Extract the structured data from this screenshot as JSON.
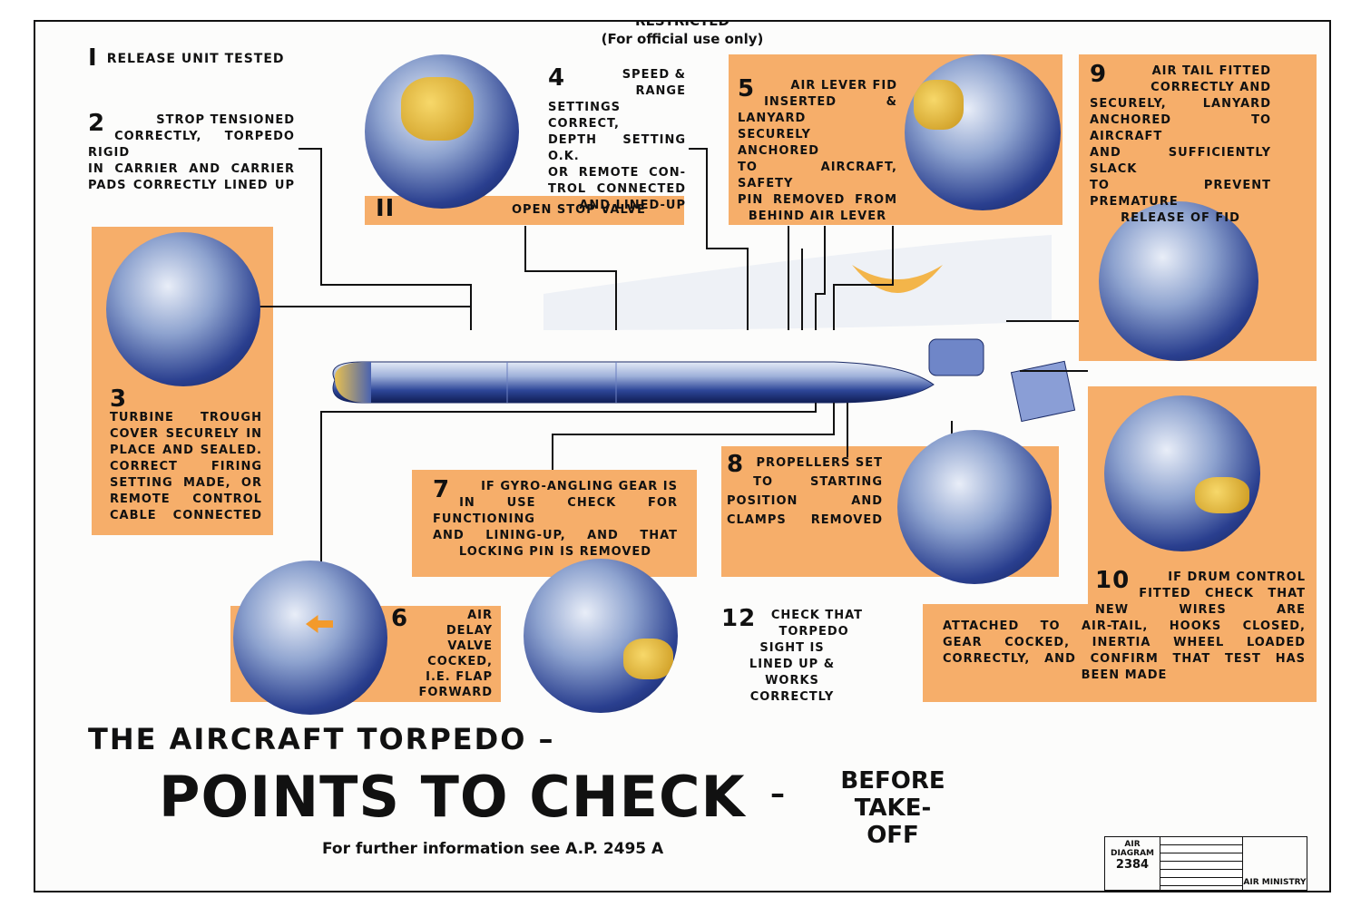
{
  "header": {
    "classification": "RESTRICTED",
    "note": "(For official use only)"
  },
  "items": {
    "i1": {
      "num": "I",
      "text": "RELEASE UNIT TESTED"
    },
    "i2": {
      "num": "2",
      "lines": [
        "STROP TENSIONED",
        "CORRECTLY, TORPEDO RIGID",
        "IN CARRIER AND CARRIER",
        "PADS CORRECTLY LINED UP"
      ]
    },
    "i3": {
      "num": "3",
      "lines": [
        "TURBINE TROUGH",
        "COVER SECURELY IN",
        "PLACE AND SEALED.",
        "CORRECT FIRING",
        "SETTING MADE, OR",
        "REMOTE CONTROL",
        "CABLE CONNECTED"
      ]
    },
    "i4": {
      "num": "4",
      "lines": [
        "SPEED & RANGE",
        "SETTINGS CORRECT,",
        "DEPTH SETTING O.K.",
        "OR REMOTE CON-",
        "TROL CONNECTED",
        "AND LINED-UP"
      ]
    },
    "i5": {
      "num": "5",
      "lines": [
        "AIR LEVER FID",
        "INSERTED & LANYARD",
        "SECURELY ANCHORED",
        "TO AIRCRAFT, SAFETY",
        "PIN REMOVED FROM",
        "BEHIND AIR LEVER"
      ]
    },
    "i6": {
      "num": "6",
      "lines": [
        "AIR",
        "DELAY VALVE",
        "COCKED,",
        "I.E. FLAP",
        "FORWARD"
      ]
    },
    "i7": {
      "num": "7",
      "lines": [
        "IF GYRO-ANGLING GEAR IS",
        "IN USE CHECK FOR FUNCTIONING",
        "AND LINING-UP, AND THAT",
        "LOCKING PIN IS REMOVED"
      ]
    },
    "i8": {
      "num": "8",
      "lines": [
        "PROPELLERS SET",
        "TO STARTING",
        "POSITION AND",
        "CLAMPS REMOVED"
      ]
    },
    "i9": {
      "num": "9",
      "lines": [
        "AIR TAIL FITTED",
        "CORRECTLY AND",
        "SECURELY, LANYARD",
        "ANCHORED TO AIRCRAFT",
        "AND SUFFICIENTLY SLACK",
        "TO PREVENT PREMATURE",
        "RELEASE OF FID"
      ]
    },
    "i10": {
      "num": "10",
      "lines": [
        "IF DRUM CONTROL",
        "FITTED CHECK THAT",
        "NEW WIRES ARE",
        "ATTACHED TO AIR-TAIL, HOOKS CLOSED,",
        "GEAR COCKED, INERTIA WHEEL LOADED",
        "CORRECTLY, AND CONFIRM THAT TEST HAS",
        "BEEN MADE"
      ]
    },
    "i11": {
      "num": "II",
      "text": "OPEN STOP VALVE"
    },
    "i12": {
      "num": "12",
      "lines": [
        "CHECK THAT",
        "TORPEDO SIGHT IS",
        "LINED UP & WORKS",
        "CORRECTLY"
      ]
    }
  },
  "title": {
    "line1": "THE AIRCRAFT TORPEDO –",
    "main": "POINTS TO CHECK",
    "dash": "–",
    "sub1": "BEFORE",
    "sub2": "TAKE-OFF",
    "info": "For further information see A.P. 2495 A"
  },
  "footer_box": {
    "diagram_label": "AIR DIAGRAM",
    "diagram_number": "2384",
    "ministry": "AIR MINISTRY"
  },
  "colors": {
    "panel_orange": "#f6ae6a",
    "torpedo_blue": "#2a3f8f",
    "line_black": "#111111"
  }
}
